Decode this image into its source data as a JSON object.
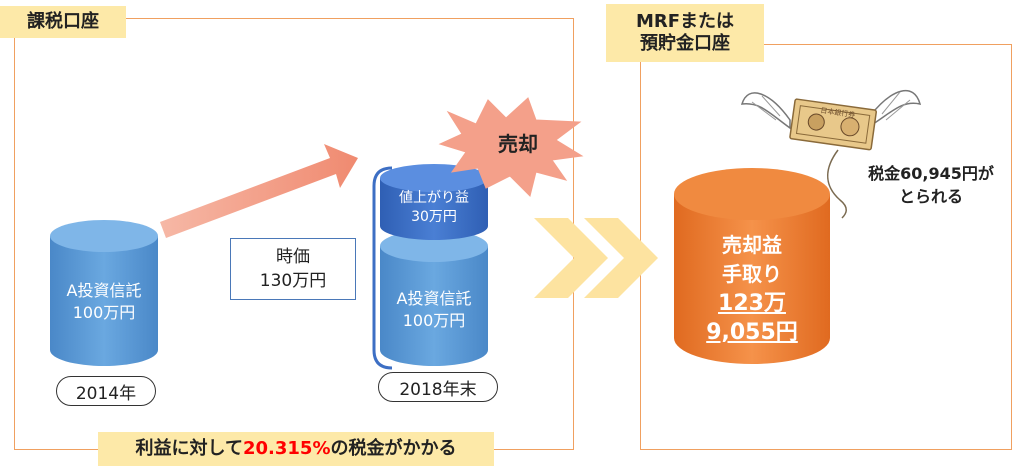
{
  "taxable_account": {
    "title": "課税口座",
    "before": {
      "cylinder_line1": "A投資信託",
      "cylinder_line2": "100万円",
      "year": "2014年"
    },
    "price_box": {
      "line1": "時価",
      "line2": "130万円"
    },
    "after": {
      "gain_line1": "値上がり益",
      "gain_line2": "30万円",
      "base_line1": "A投資信託",
      "base_line2": "100万円",
      "year": "2018年末"
    },
    "sell_burst": "売却",
    "tax_note": {
      "before": "利益に対して",
      "rate": "20.315%",
      "after": "の税金がかかる"
    }
  },
  "mrf_account": {
    "title_line1": "MRFまたは",
    "title_line2": "預貯金口座",
    "proceeds_line1": "売却益",
    "proceeds_line2": "手取り",
    "proceeds_line3": "123万",
    "proceeds_line4": "9,055円",
    "tax_line1": "税金60,945円が",
    "tax_line2": "とられる"
  },
  "colors": {
    "panel_border": "#f0a060",
    "tag_bg": "#fde9a8",
    "blue_cylinder": "#5b9bd5",
    "dark_blue_cylinder": "#3d6fc4",
    "orange_cylinder": "#ed7d31",
    "rate_red": "#ff0000",
    "arrow_pink": "#f4a08a",
    "chevron_yellow": "#fde3a0"
  }
}
